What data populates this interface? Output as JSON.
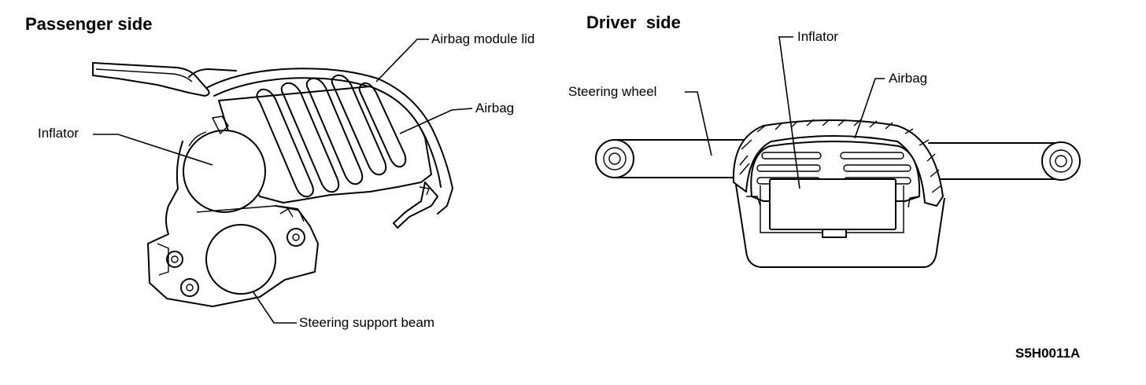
{
  "passenger": {
    "title": "Passenger side",
    "labels": {
      "airbag_module_lid": "Airbag module lid",
      "airbag": "Airbag",
      "inflator": "Inflator",
      "steering_support_beam": "Steering support beam"
    }
  },
  "driver": {
    "title": "Driver  side",
    "labels": {
      "inflator": "Inflator",
      "airbag": "Airbag",
      "steering_wheel": "Steering wheel"
    }
  },
  "figure_code": "S5H0011A",
  "icons": [
    "passenger-airbag-illustration",
    "driver-airbag-illustration"
  ]
}
